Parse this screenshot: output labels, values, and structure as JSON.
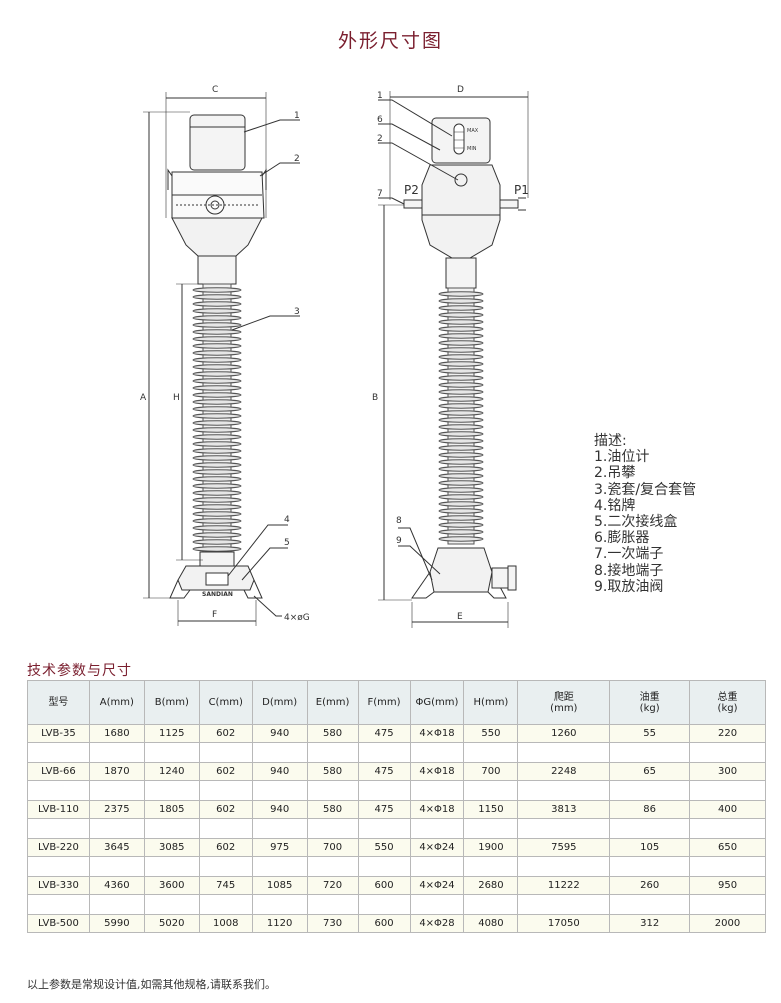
{
  "page_title": "外形尺寸图",
  "left_view": {
    "dims": {
      "C": "C",
      "A": "A",
      "H": "H",
      "F": "F"
    },
    "callouts": [
      "1",
      "2",
      "3",
      "4",
      "5"
    ],
    "hole_label": "4×øG",
    "brand": "SANDIAN"
  },
  "right_view": {
    "dims": {
      "D": "D",
      "B": "B",
      "E": "E"
    },
    "callouts": [
      "1",
      "6",
      "2",
      "7",
      "8",
      "9"
    ],
    "terminals": {
      "p1": "P1",
      "p2": "P2"
    },
    "gauge": {
      "max": "MAX",
      "min": "MIN"
    }
  },
  "legend": {
    "title": "描述:",
    "items": [
      "1.油位计",
      "2.吊攀",
      "3.瓷套/复合套管",
      "4.铭牌",
      "5.二次接线盒",
      "6.膨胀器",
      "7.一次端子",
      "8.接地端子",
      "9.取放油阀"
    ]
  },
  "spec_section_title": "技术参数与尺寸",
  "table": {
    "headers": [
      "型号",
      "A(mm)",
      "B(mm)",
      "C(mm)",
      "D(mm)",
      "E(mm)",
      "F(mm)",
      "ΦG(mm)",
      "H(mm)"
    ],
    "headers_2line": [
      {
        "line1": "爬距",
        "line2": "(mm)"
      },
      {
        "line1": "油重",
        "line2": "(kg)"
      },
      {
        "line1": "总重",
        "line2": "(kg)"
      }
    ],
    "rows": [
      [
        "LVB-35",
        "1680",
        "1125",
        "602",
        "940",
        "580",
        "475",
        "4×Φ18",
        "550",
        "1260",
        "55",
        "220"
      ],
      [
        "LVB-66",
        "1870",
        "1240",
        "602",
        "940",
        "580",
        "475",
        "4×Φ18",
        "700",
        "2248",
        "65",
        "300"
      ],
      [
        "LVB-110",
        "2375",
        "1805",
        "602",
        "940",
        "580",
        "475",
        "4×Φ18",
        "1150",
        "3813",
        "86",
        "400"
      ],
      [
        "LVB-220",
        "3645",
        "3085",
        "602",
        "975",
        "700",
        "550",
        "4×Φ24",
        "1900",
        "7595",
        "105",
        "650"
      ],
      [
        "LVB-330",
        "4360",
        "3600",
        "745",
        "1085",
        "720",
        "600",
        "4×Φ24",
        "2680",
        "11222",
        "260",
        "950"
      ],
      [
        "LVB-500",
        "5990",
        "5020",
        "1008",
        "1120",
        "730",
        "600",
        "4×Φ28",
        "4080",
        "17050",
        "312",
        "2000"
      ]
    ]
  },
  "footnote": "以上参数是常规设计值,如需其他规格,请联系我们。"
}
